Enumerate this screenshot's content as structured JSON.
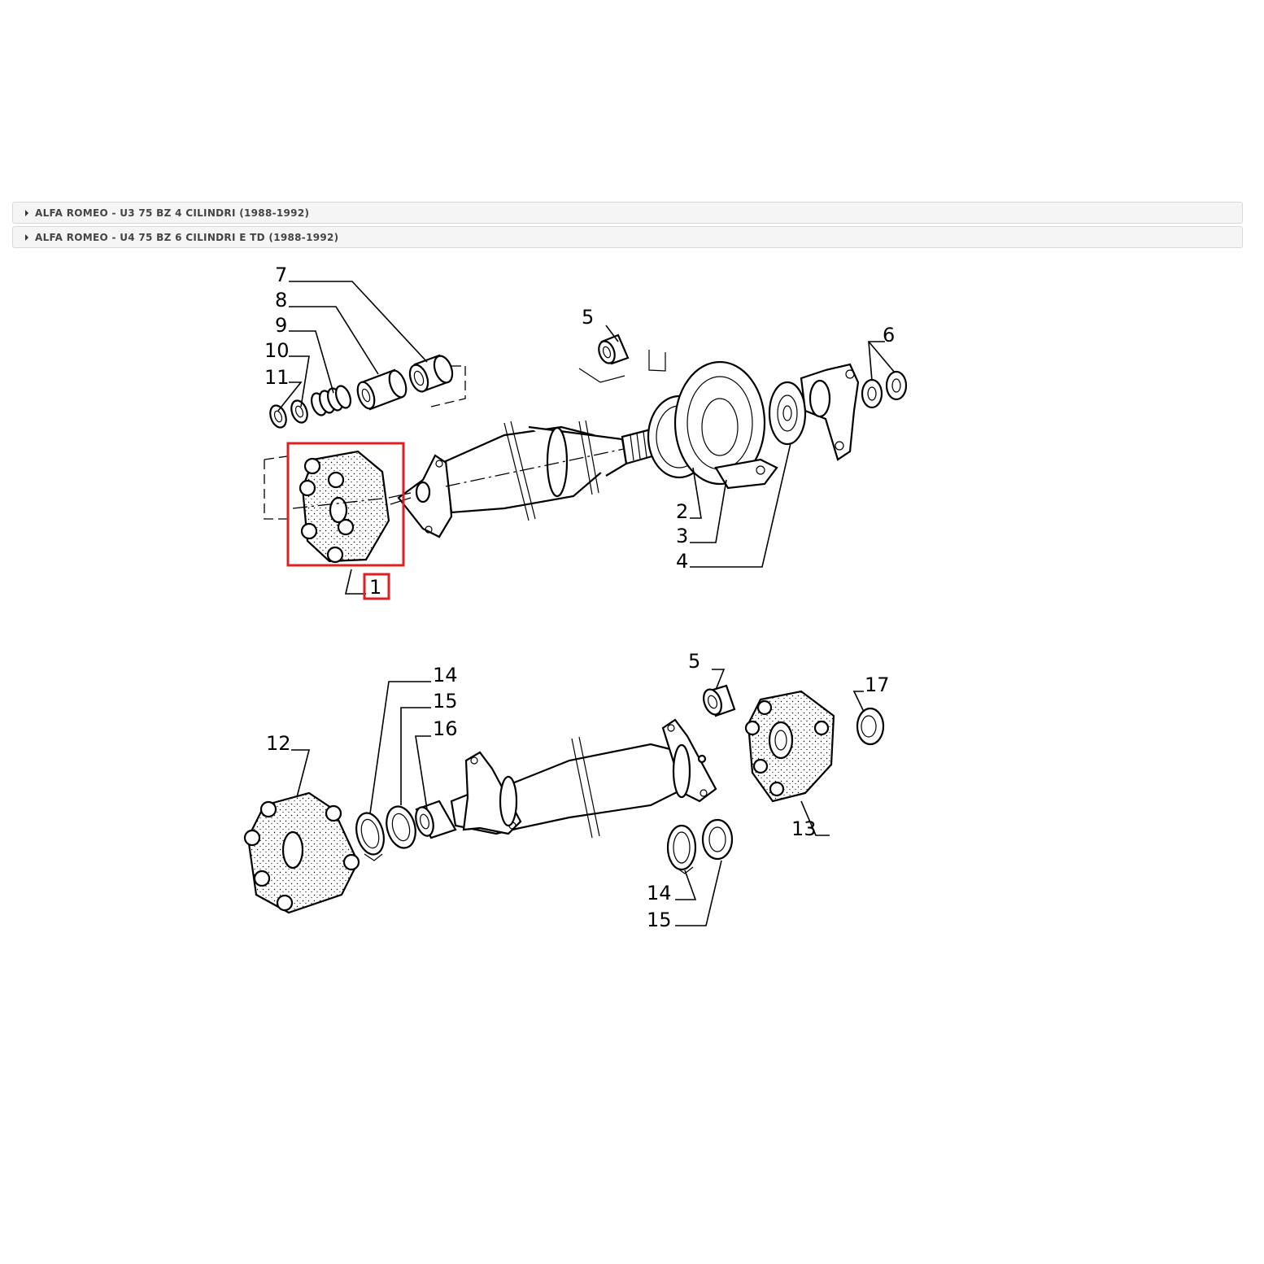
{
  "accordion": [
    {
      "label": "ALFA ROMEO - U3 75 BZ 4 CILINDRI (1988-1992)",
      "expanded": false
    },
    {
      "label": "ALFA ROMEO - U4 75 BZ 6 CILINDRI E TD (1988-1992)",
      "expanded": false
    }
  ],
  "callouts": {
    "top": {
      "n1": "1",
      "n2": "2",
      "n3": "3",
      "n4": "4",
      "n5": "5",
      "n6": "6",
      "n7": "7",
      "n8": "8",
      "n9": "9",
      "n10": "10",
      "n11": "11"
    },
    "bottom": {
      "n5": "5",
      "n12": "12",
      "n13": "13",
      "n14a": "14",
      "n15a": "15",
      "n16": "16",
      "n17": "17",
      "n14b": "14",
      "n15b": "15"
    }
  },
  "highlight": {
    "part": "1",
    "color": "#e02020"
  }
}
